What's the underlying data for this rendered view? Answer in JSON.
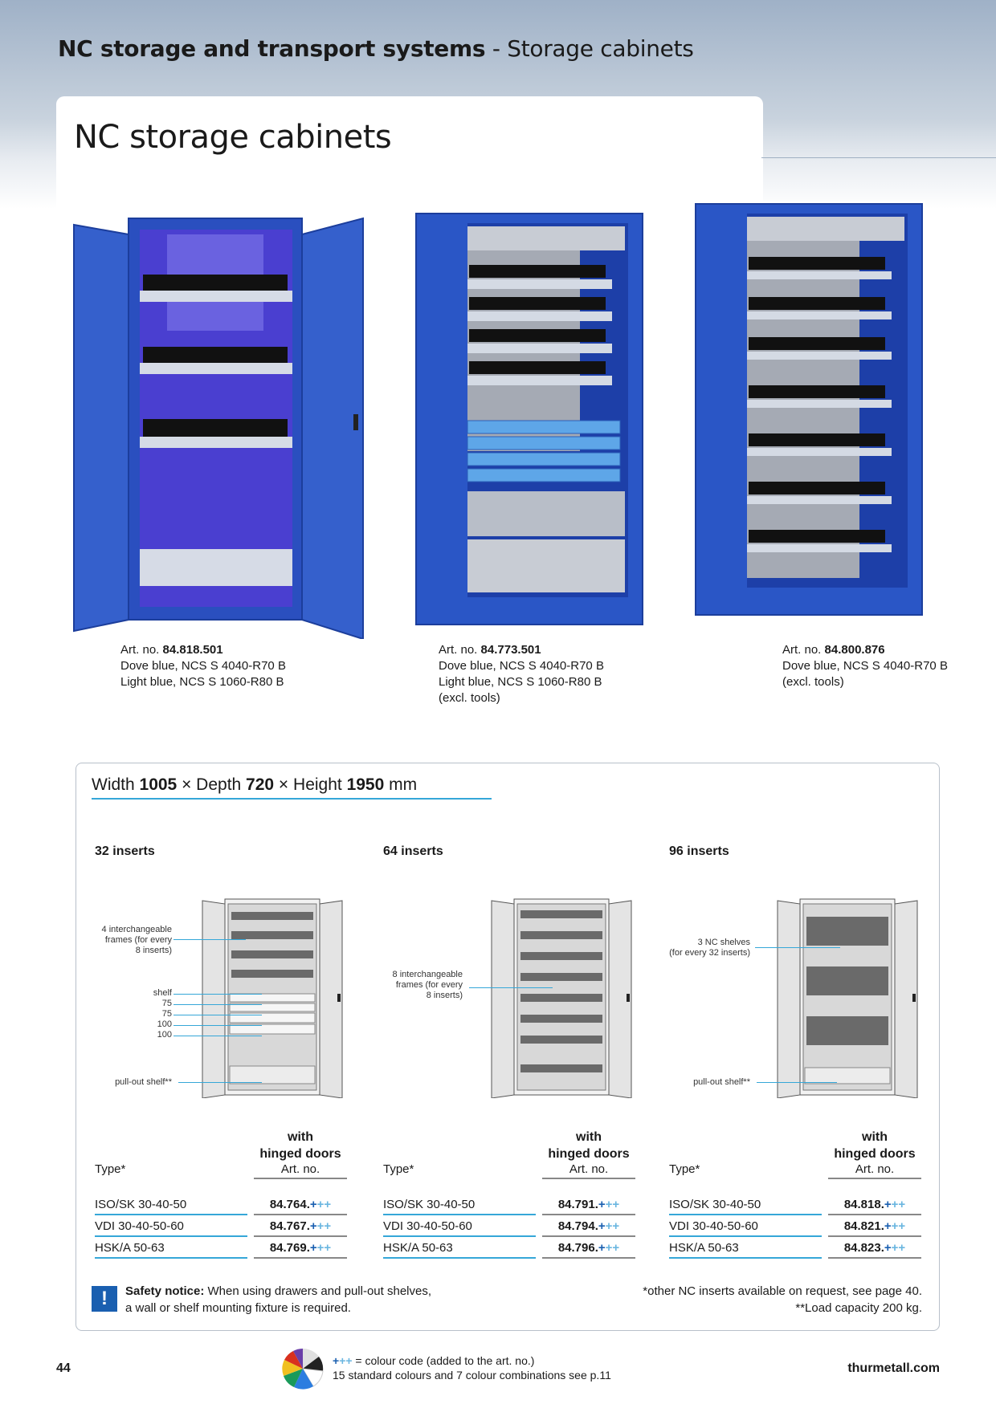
{
  "header": {
    "bold": "NC storage and transport systems",
    "rest": " - Storage cabinets"
  },
  "section_title": "NC storage cabinets",
  "products": [
    {
      "art_label": "Art. no. ",
      "art_no": "84.818.501",
      "lines": [
        "Dove blue, NCS S 4040-R70 B",
        "Light blue, NCS S 1060-R80 B"
      ]
    },
    {
      "art_label": "Art. no. ",
      "art_no": "84.773.501",
      "lines": [
        "Dove blue, NCS S 4040-R70 B",
        "Light blue, NCS S 1060-R80 B",
        "(excl. tools)"
      ]
    },
    {
      "art_label": "Art. no. ",
      "art_no": "84.800.876",
      "lines": [
        "Dove blue, NCS S 4040-R70 B",
        "(excl. tools)"
      ]
    }
  ],
  "spec": {
    "w_label": "Width ",
    "w": "1005",
    "x1": " × Depth ",
    "d": "720",
    "x2": " × Height ",
    "h": "1950",
    "unit": " mm"
  },
  "columns": [
    {
      "head": "32 inserts",
      "notes": [
        "4 interchangeable",
        "frames (for every",
        "8 inserts)"
      ],
      "shelf_notes": [
        "shelf",
        "75",
        "75",
        "100",
        "100"
      ],
      "bottom_note": "pull-out shelf**",
      "rows": [
        {
          "type": "ISO/SK 30-40-50",
          "art": "84.764."
        },
        {
          "type": "VDI 30-40-50-60",
          "art": "84.767."
        },
        {
          "type": "HSK/A 50-63",
          "art": "84.769."
        }
      ]
    },
    {
      "head": "64 inserts",
      "notes": [
        "8 interchangeable",
        "frames (for every",
        "8 inserts)"
      ],
      "rows": [
        {
          "type": "ISO/SK 30-40-50",
          "art": "84.791."
        },
        {
          "type": "VDI 30-40-50-60",
          "art": "84.794."
        },
        {
          "type": "HSK/A 50-63",
          "art": "84.796."
        }
      ]
    },
    {
      "head": "96 inserts",
      "notes": [
        "3 NC shelves",
        "(for every 32 inserts)"
      ],
      "bottom_note": "pull-out shelf**",
      "rows": [
        {
          "type": "ISO/SK 30-40-50",
          "art": "84.818."
        },
        {
          "type": "VDI 30-40-50-60",
          "art": "84.821."
        },
        {
          "type": "HSK/A 50-63",
          "art": "84.823."
        }
      ]
    }
  ],
  "table": {
    "with": "with",
    "hinged": "hinged doors",
    "type_h": "Type*",
    "art_h": "Art. no.",
    "plus1": "+",
    "plus2": "++"
  },
  "safety": {
    "icon": "!",
    "bold": "Safety notice:",
    "line1": " When using drawers and pull-out shelves,",
    "line2": "a wall or shelf mounting fixture is required."
  },
  "footnotes": [
    "*other NC inserts available on request, see page 40.",
    "**Load capacity 200 kg."
  ],
  "footer": {
    "page": "44",
    "site": "thurmetall.com",
    "legend_plus1": "+",
    "legend_plus2": "++",
    "legend1": " = colour code (added to the art. no.)",
    "legend2": "15 standard colours and 7 colour combinations see p.11"
  },
  "colors": {
    "accent": "#35a7d8",
    "brand_blue": "#1a5fb0",
    "cabinet_blue": "#2d57c8"
  }
}
